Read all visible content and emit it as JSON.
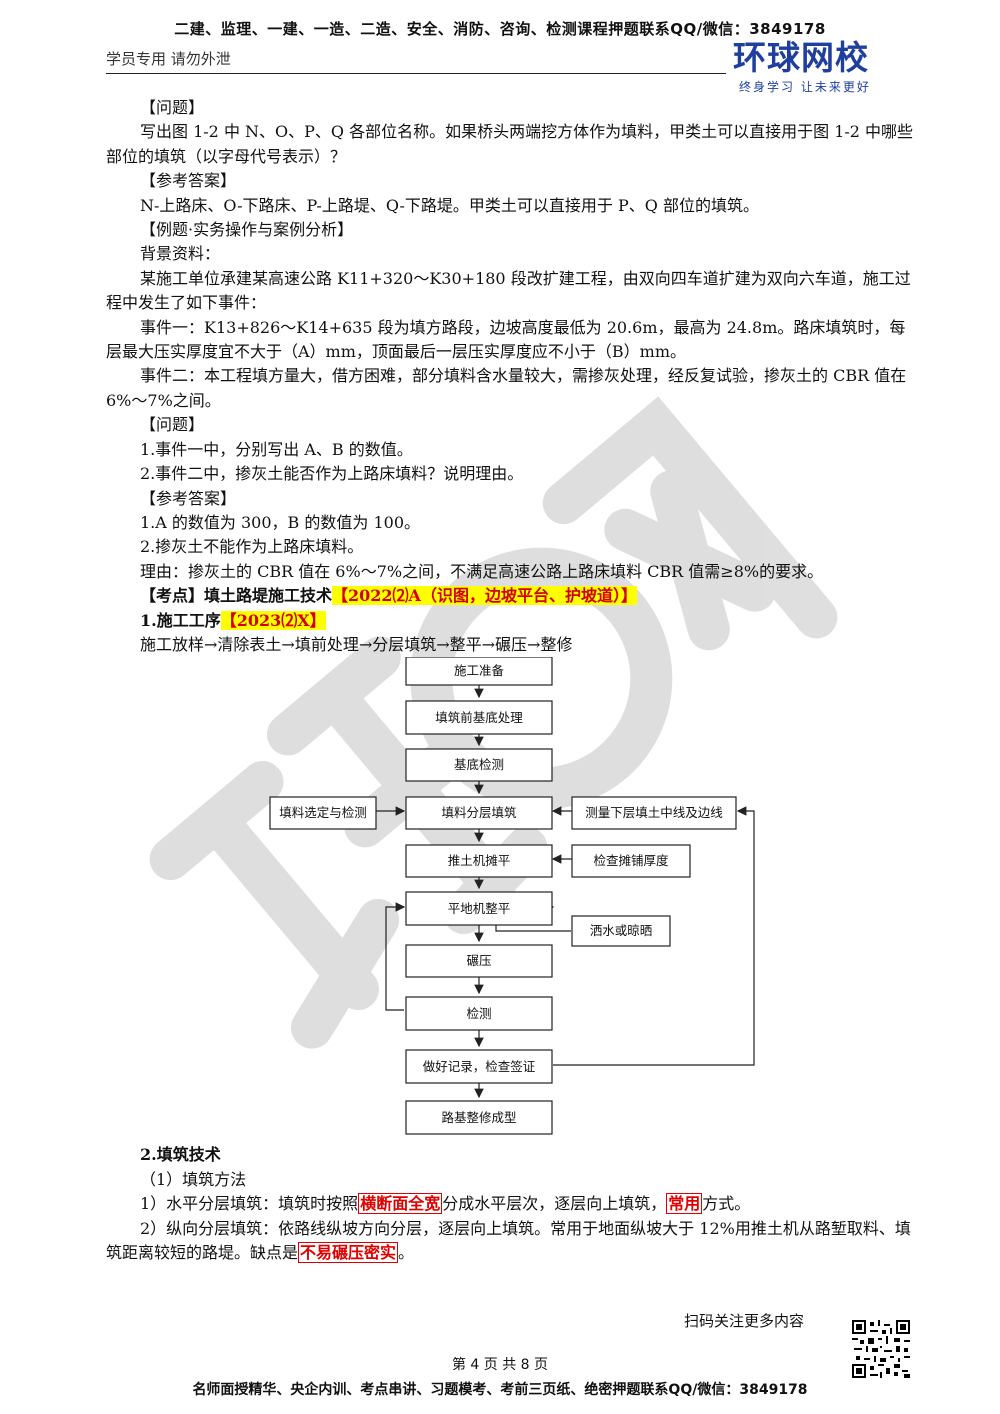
{
  "header": {
    "top_line": "二建、监理、一建、一造、二造、安全、消防、咨询、检测课程押题联系QQ/微信：3849178",
    "sub": "学员专用 请勿外泄",
    "logo_text": "环球网校",
    "logo_slogan": "终身学习 让未来更好"
  },
  "body": {
    "l01": "【问题】",
    "l02": "写出图 1-2 中 N、O、P、Q 各部位名称。如果桥头两端挖方体作为填料，甲类土可以直接用于图 1-2 中哪些部位的填筑（以字母代号表示）？",
    "l03": "【参考答案】",
    "l04": "N-上路床、O-下路床、P-上路堤、Q-下路堤。甲类土可以直接用于 P、Q 部位的填筑。",
    "l05": "【例题·实务操作与案例分析】",
    "l06": "背景资料：",
    "l07": "某施工单位承建某高速公路 K11+320～K30+180 段改扩建工程，由双向四车道扩建为双向六车道，施工过程中发生了如下事件：",
    "l08": "事件一：K13+826～K14+635 段为填方路段，边坡高度最低为 20.6m，最高为 24.8m。路床填筑时，每层最大压实厚度宜不大于（A）mm，顶面最后一层压实厚度应不小于（B）mm。",
    "l09": "事件二：本工程填方量大，借方困难，部分填料含水量较大，需掺灰处理，经反复试验，掺灰土的 CBR 值在 6%～7%之间。",
    "l10": "【问题】",
    "l11": "1.事件一中，分别写出 A、B 的数值。",
    "l12": "2.事件二中，掺灰土能否作为上路床填料？说明理由。",
    "l13": "【参考答案】",
    "l14": "1.A 的数值为 300，B 的数值为 100。",
    "l15": "2.掺灰土不能作为上路床填料。",
    "l16": "理由：掺灰土的 CBR 值在 6%～7%之间，不满足高速公路上路床填料 CBR 值需≥8%的要求。",
    "kp_label": "【考点】填土路堤施工技术",
    "kp_tag": "【2022⑵A（识图，边坡平台、护坡道）】",
    "s1_title": "1.施工工序",
    "s1_tag": "【2023⑵X】",
    "s1_flow": "施工放样→清除表土→填前处理→分层填筑→整平→碾压→整修",
    "s2_title": "2.填筑技术",
    "s2_m": "（1）填筑方法",
    "s2_1a": "1）水平分层填筑：填筑时按照",
    "s2_1b": "横断面全宽",
    "s2_1c": "分成水平层次，逐层向上填筑，",
    "s2_1d": "常用",
    "s2_1e": "方式。",
    "s2_2a": "2）纵向分层填筑：依路线纵坡方向分层，逐层向上填筑。常用于地面纵坡大于 12%用推土机从路堑取料、填筑距离较短的路堤。缺点是",
    "s2_2b": "不易碾压密实",
    "s2_2c": "。"
  },
  "flowchart": {
    "main": [
      "施工准备",
      "填筑前基底处理",
      "基底检测",
      "填料分层填筑",
      "推土机摊平",
      "平地机整平",
      "碾压",
      "检测",
      "做好记录，检查签证",
      "路基整修成型"
    ],
    "side_left": "填料选定与检测",
    "side_right_1": "测量下层填土中线及边线",
    "side_right_2": "检查摊铺厚度",
    "side_right_3": "洒水或晾晒"
  },
  "footer": {
    "scan": "扫码关注更多内容",
    "page": "第 4 页 共 8 页",
    "bottom": "名师面授精华、央企内训、考点串讲、习题模考、考前三页纸、绝密押题联系QQ/微信：3849178"
  },
  "colors": {
    "highlight_bg": "#ffff00",
    "highlight_text": "#d40000",
    "box_red": "#e00000",
    "logo_blue": "#1f3f9f"
  }
}
